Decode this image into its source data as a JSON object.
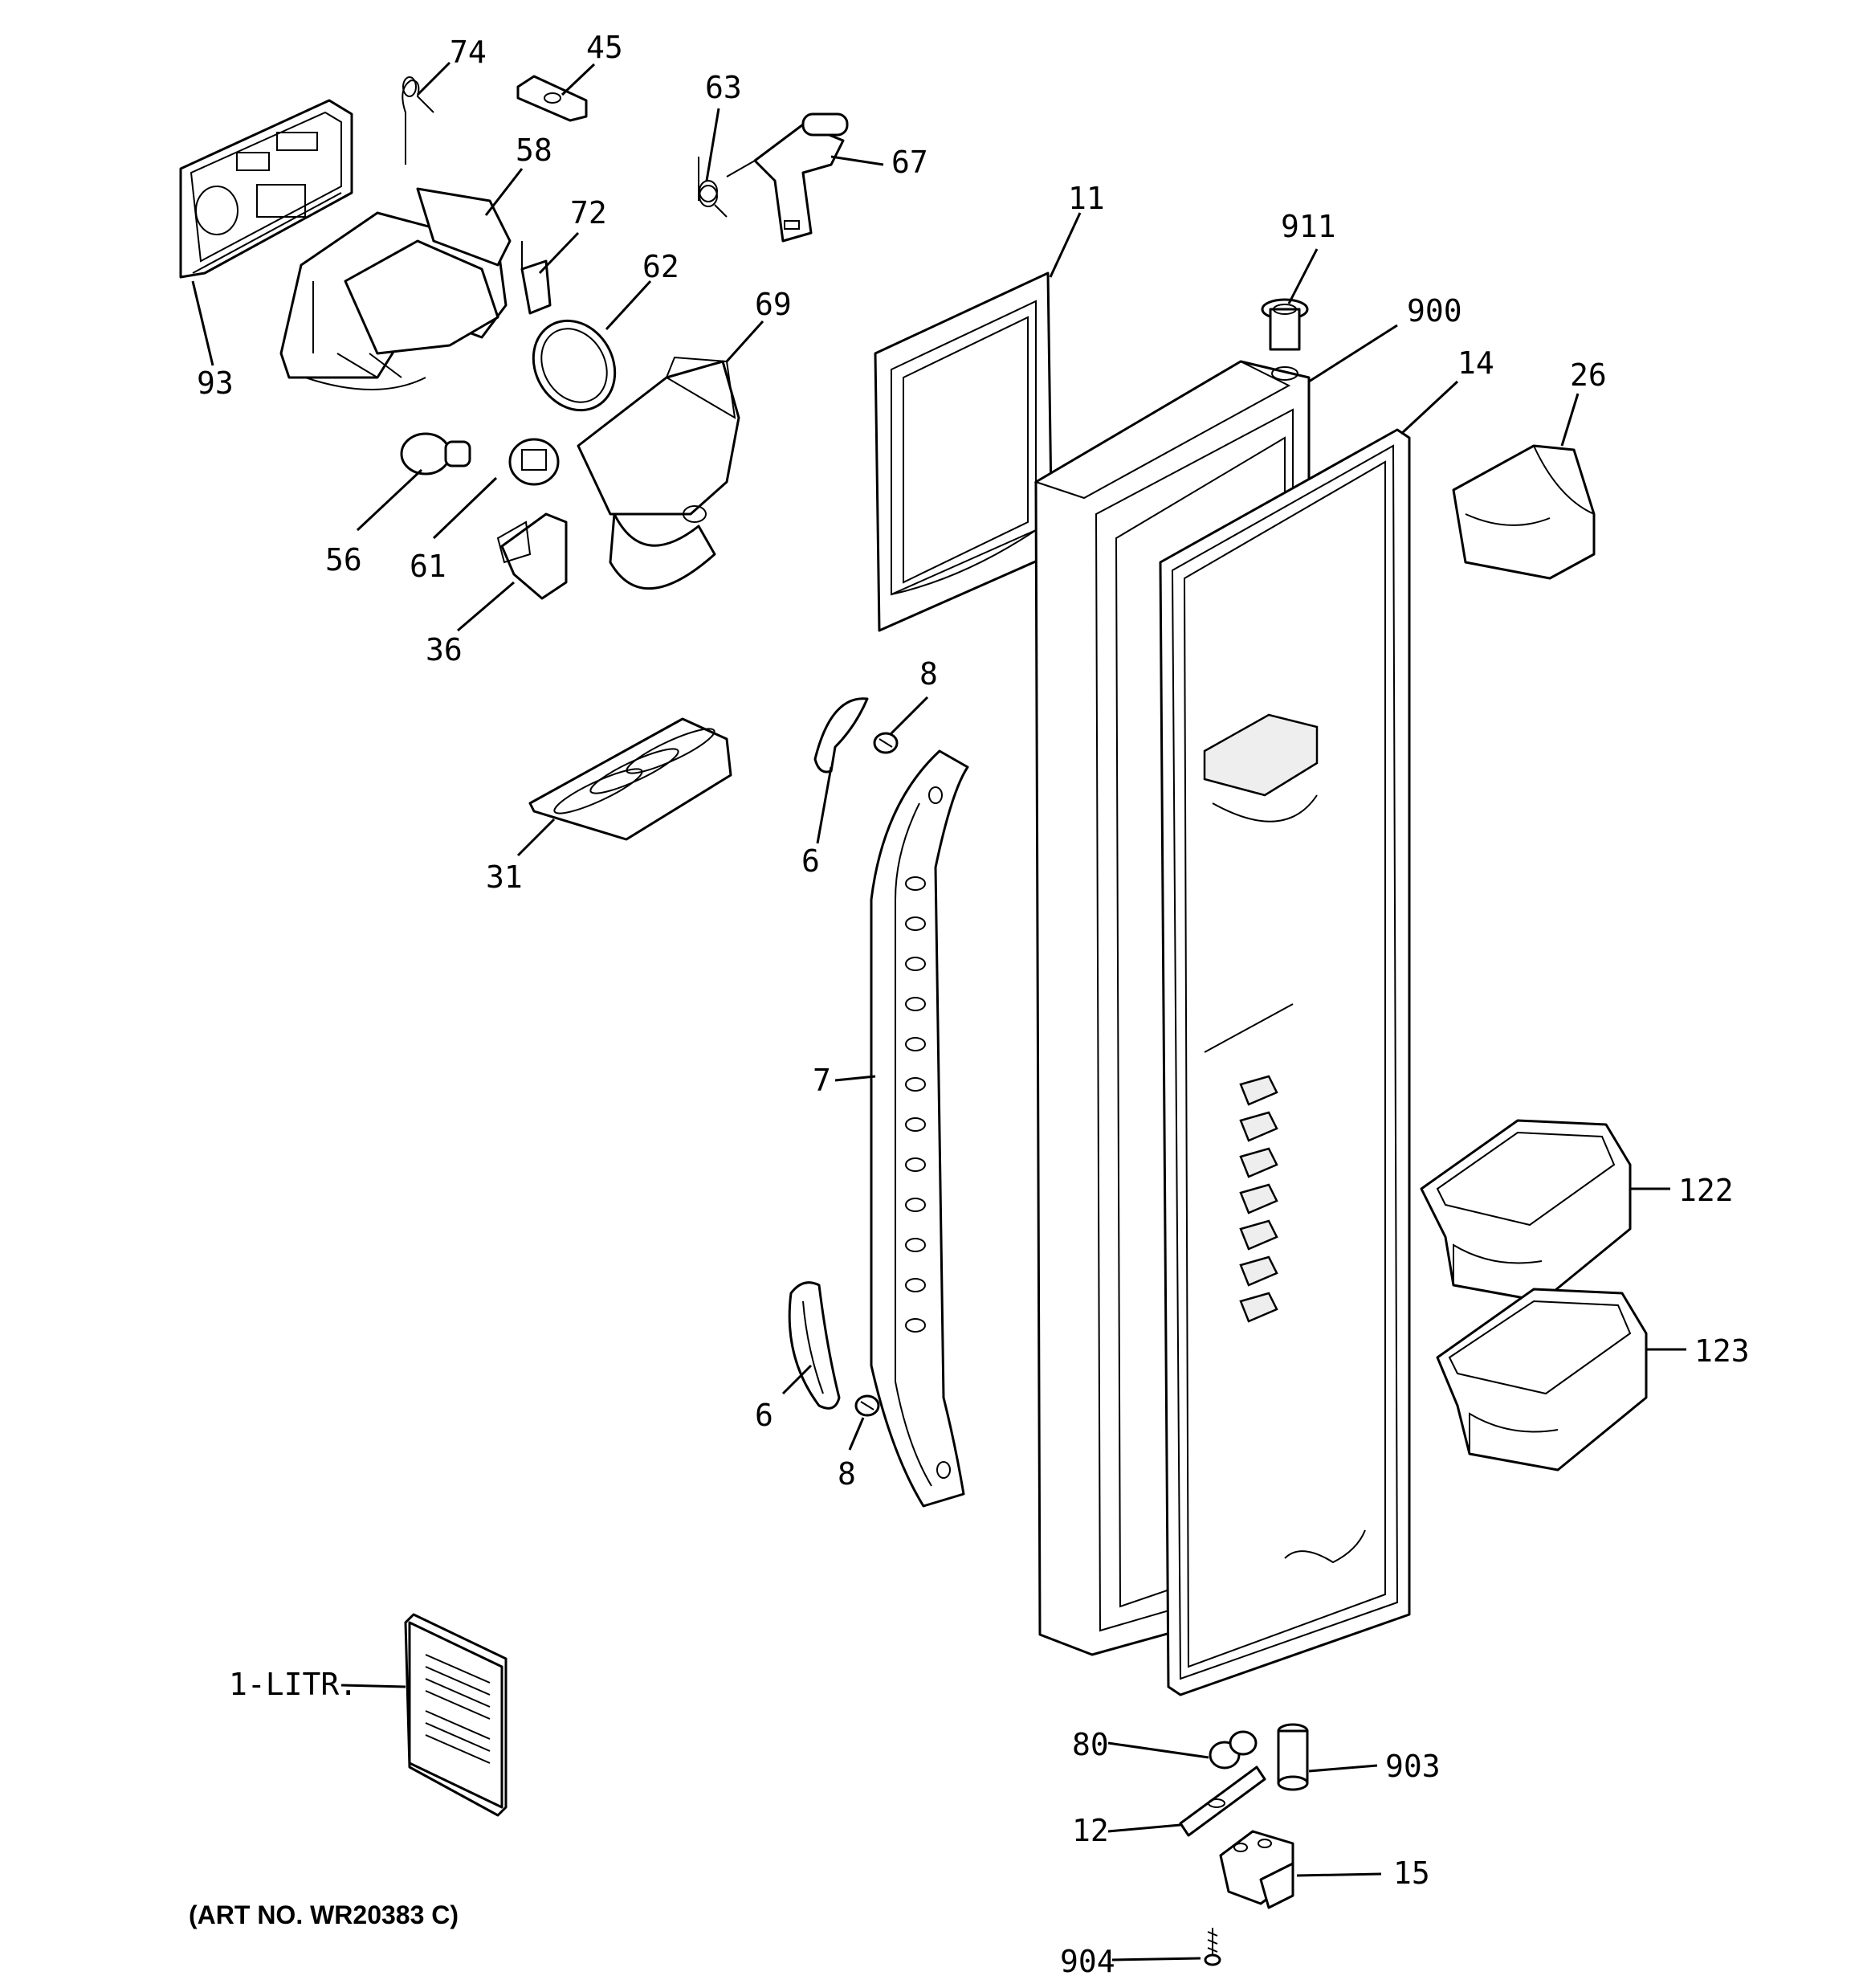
{
  "callouts": {
    "c74": "74",
    "c45": "45",
    "c63": "63",
    "c67": "67",
    "c58": "58",
    "c72": "72",
    "c62": "62",
    "c69": "69",
    "c93": "93",
    "c56": "56",
    "c61": "61",
    "c36": "36",
    "c11": "11",
    "c911": "911",
    "c900": "900",
    "c14": "14",
    "c26": "26",
    "c8a": "8",
    "c6a": "6",
    "c31": "31",
    "c7": "7",
    "c6b": "6",
    "c8b": "8",
    "c122": "122",
    "c123": "123",
    "c1litr": "1-LITR.",
    "c80": "80",
    "c903": "903",
    "c12": "12",
    "c15": "15",
    "c904": "904"
  },
  "art_number": "(ART NO. WR20383 C)"
}
